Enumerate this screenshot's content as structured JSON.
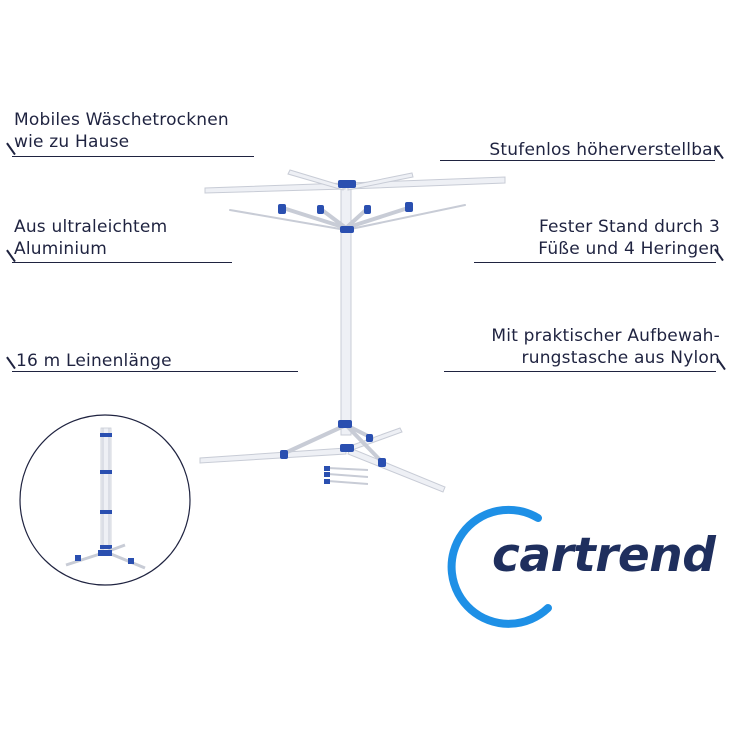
{
  "features": {
    "mobile": [
      "Mobiles Wäschetrocknen",
      "wie zu Hause"
    ],
    "height": [
      "Stufenlos höherverstellbar"
    ],
    "aluminium": [
      "Aus ultraleichtem",
      "Aluminium"
    ],
    "stand": [
      "Fester Stand durch 3",
      "Füße und 4 Heringen"
    ],
    "line_length": [
      "16 m Leinenlänge"
    ],
    "bag": [
      "Mit praktischer Aufbewah-",
      "rungstasche aus Nylon"
    ]
  },
  "brand": {
    "name": "cartrend",
    "text_color": "#1f2f5e",
    "arc_color": "#1e90e6"
  },
  "colors": {
    "text": "#1f2340",
    "frame": "#e6e9ef",
    "accent_blue": "#2a4fb0"
  }
}
